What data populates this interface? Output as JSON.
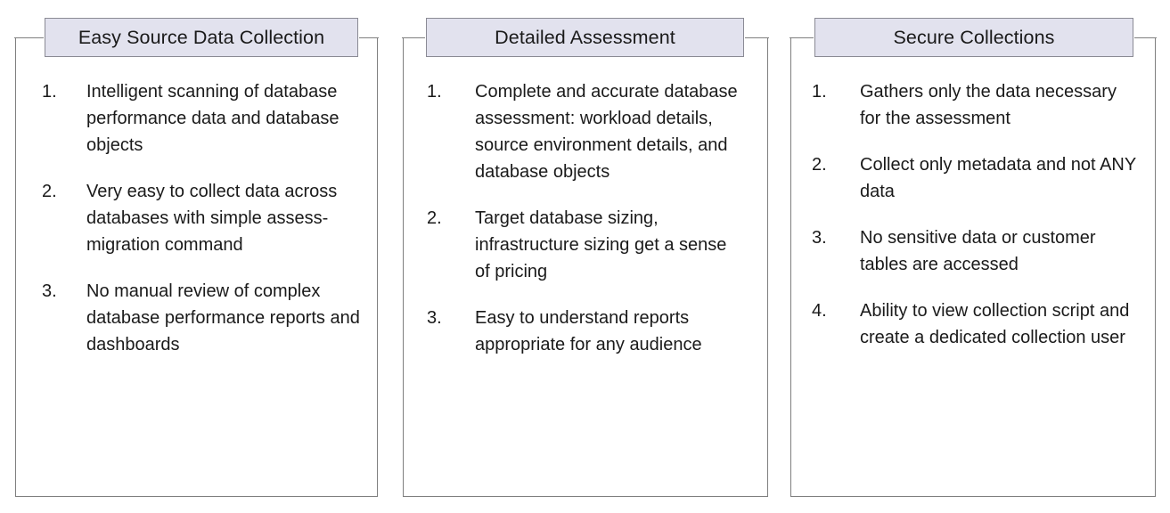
{
  "diagram": {
    "type": "three-column-bracket-list",
    "colors": {
      "header_fill": "#E2E2EE",
      "header_border": "#8A8A94",
      "box_border": "#7F7F7F",
      "text": "#1A1A1A",
      "background": "#FFFFFF"
    },
    "columns": [
      {
        "title": "Easy Source Data Collection",
        "items": [
          {
            "number": "1.",
            "text": "Intelligent scanning of database performance data and database objects"
          },
          {
            "number": "2.",
            "text": "Very easy to collect data across databases with simple assess-migration command"
          },
          {
            "number": "3.",
            "text": "No manual review of complex database performance reports and dashboards"
          }
        ]
      },
      {
        "title": "Detailed Assessment",
        "items": [
          {
            "number": "1.",
            "text": "Complete and accurate database assessment: workload details, source environment details, and database objects"
          },
          {
            "number": "2.",
            "text": "Target database sizing, infrastructure sizing get a sense of pricing"
          },
          {
            "number": "3.",
            "text": "Easy to understand reports appropriate for any audience"
          }
        ]
      },
      {
        "title": "Secure Collections",
        "items": [
          {
            "number": "1.",
            "text": "Gathers only the data necessary for the assessment"
          },
          {
            "number": "2.",
            "text": "Collect only metadata and not ANY data"
          },
          {
            "number": "3.",
            "text": "No sensitive data or customer tables are accessed"
          },
          {
            "number": "4.",
            "text": "Ability to view collection script and create a dedicated collection user"
          }
        ]
      }
    ]
  }
}
